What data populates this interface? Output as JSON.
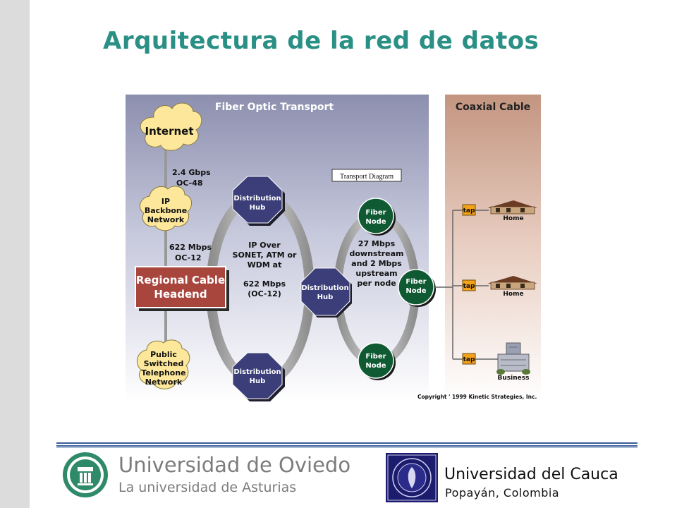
{
  "slide": {
    "title": "Arquitectura de la red de datos"
  },
  "diagram": {
    "fiber_header": "Fiber Optic Transport",
    "coax_header": "Coaxial Cable",
    "transport_diagram_label": "Transport Diagram",
    "internet": "Internet",
    "link_internet_l1": "2.4 Gbps",
    "link_internet_l2": "OC-48",
    "ip_backbone_l1": "IP",
    "ip_backbone_l2": "Backbone",
    "ip_backbone_l3": "Network",
    "link_backbone_l1": "622 Mbps",
    "link_backbone_l2": "OC-12",
    "headend_l1": "Regional Cable",
    "headend_l2": "Headend",
    "pstn_l1": "Public",
    "pstn_l2": "Switched",
    "pstn_l3": "Telephone",
    "pstn_l4": "Network",
    "hub_l1": "Distribution",
    "hub_l2": "Hub",
    "ring_text_l1": "IP Over",
    "ring_text_l2": "SONET, ATM or",
    "ring_text_l3": "WDM at",
    "ring_text_l4": "622 Mbps",
    "ring_text_l5": "(OC-12)",
    "node_l1": "Fiber",
    "node_l2": "Node",
    "node_text_l1": "27 Mbps",
    "node_text_l2": "downstream",
    "node_text_l3": "and 2 Mbps",
    "node_text_l4": "upstream",
    "node_text_l5": "per node",
    "tap": "tap",
    "home": "Home",
    "business": "Business",
    "copyright": "Copyright ' 1999 Kinetic Strategies, Inc."
  },
  "footer": {
    "oviedo_name": "Universidad de Oviedo",
    "oviedo_sub": "La universidad de Asturias",
    "cauca_name": "Universidad del Cauca",
    "cauca_sub": "Popayán, Colombia"
  },
  "colors": {
    "title": "#2a8f84",
    "hub": "#3b3e78",
    "fiber_node": "#0f5a32",
    "headend": "#a8463e",
    "cloud": "#fde79a",
    "tap": "#f4a21a",
    "oviedo_green": "#2f8a6a"
  }
}
